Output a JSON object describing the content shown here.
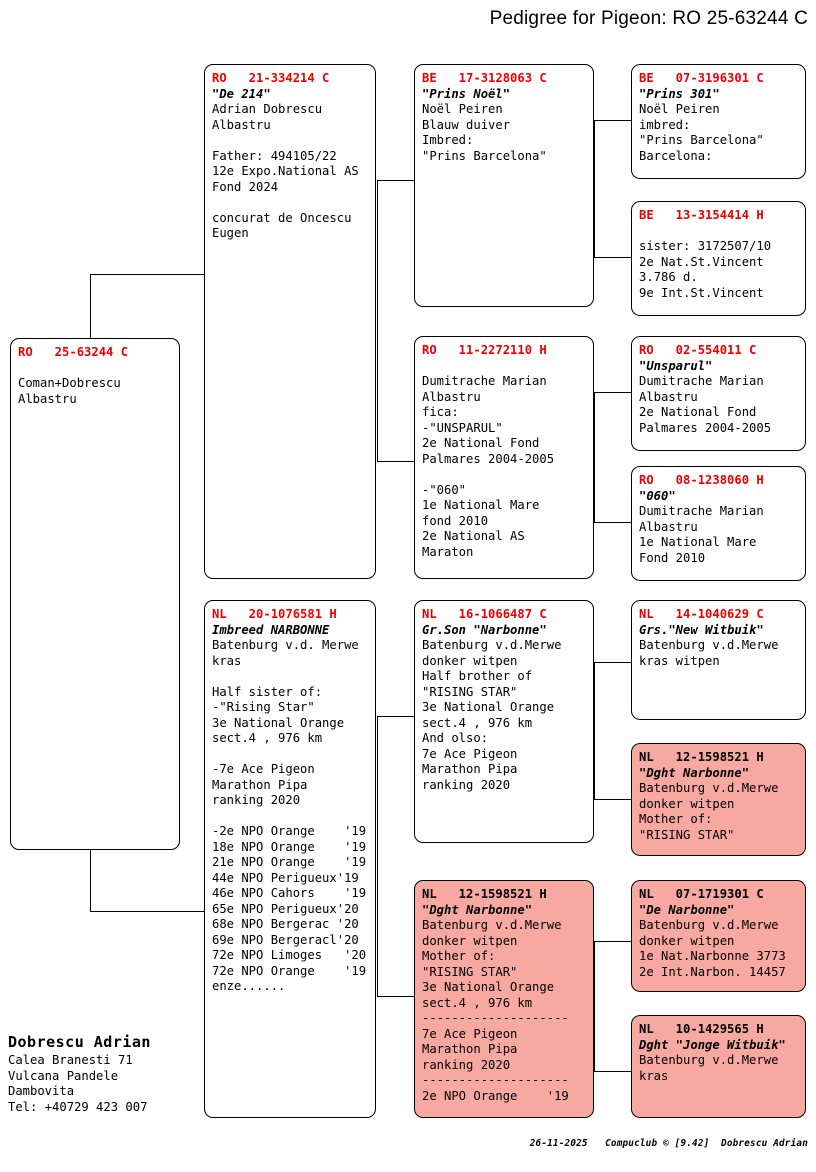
{
  "header": {
    "title": "Pedigree for Pigeon: RO  25-63244 C"
  },
  "footer": {
    "owner_name": "Dobrescu Adrian",
    "address_lines": [
      "Calea Branesti 71",
      "Vulcana Pandele",
      "Dambovita",
      "Tel: +40729 423 007"
    ],
    "credit": "26-11-2025   Compuclub © [9.42]  Dobrescu Adrian"
  },
  "colors": {
    "id_red": "#ee0000",
    "pink_fill": "#f7a8a0",
    "box_border": "#000000",
    "page_background": "#ffffff"
  },
  "boxes": {
    "subject": {
      "id": "RO   25-63244 C",
      "nick": "",
      "lines": [
        "",
        "Coman+Dobrescu",
        "Albastru"
      ],
      "pink": false
    },
    "father": {
      "id": "RO   21-334214 C",
      "nick": "\"De 214\"",
      "lines": [
        "Adrian Dobrescu",
        "Albastru",
        "",
        "Father: 494105/22",
        "12e Expo.National AS",
        "Fond 2024",
        "",
        "concurat de Oncescu",
        "Eugen"
      ],
      "pink": false
    },
    "mother": {
      "id": "NL   20-1076581 H",
      "nick": "Imbreed NARBONNE",
      "lines": [
        "Batenburg v.d. Merwe",
        "kras",
        "",
        "Half sister of:",
        "-\"Rising Star\"",
        "3e National Orange",
        "sect.4 , 976 km",
        "",
        "-7e Ace Pigeon",
        "Marathon Pipa",
        "ranking 2020",
        "",
        "-2e NPO Orange    '19",
        "18e NPO Orange    '19",
        "21e NPO Orange    '19",
        "44e NPO Perigueux'19",
        "46e NPO Cahors    '19",
        "65e NPO Perigueux'20",
        "68e NPO Bergerac '20",
        "69e NPO Bergeracl'20",
        "72e NPO Limoges   '20",
        "72e NPO Orange    '19",
        "enze......"
      ],
      "pink": false
    },
    "ff": {
      "id": "BE   17-3128063 C",
      "nick": "\"Prins Noël\"",
      "lines": [
        "Noël Peiren",
        "Blauw duiver",
        "Imbred:",
        "\"Prins Barcelona\""
      ],
      "pink": false
    },
    "fm": {
      "id": "RO   11-2272110 H",
      "nick": "",
      "lines": [
        "",
        "Dumitrache Marian",
        "Albastru",
        "fica:",
        "-\"UNSPARUL\"",
        "2e National Fond",
        "Palmares 2004-2005",
        "",
        "-\"060\"",
        "1e National Mare",
        "fond 2010",
        "2e National AS",
        "Maraton"
      ],
      "pink": false
    },
    "mf": {
      "id": "NL   16-1066487 C",
      "nick": "Gr.Son \"Narbonne\"",
      "lines": [
        "Batenburg v.d.Merwe",
        "donker witpen",
        "Half brother of",
        "\"RISING STAR\"",
        "3e National Orange",
        "sect.4 , 976 km",
        "And olso:",
        "7e Ace Pigeon",
        "Marathon Pipa",
        "ranking 2020"
      ],
      "pink": false
    },
    "mm": {
      "id": "NL   12-1598521 H",
      "nick": "\"Dght Narbonne\"",
      "lines": [
        "Batenburg v.d.Merwe",
        "donker witpen",
        "Mother of:",
        "\"RISING STAR\"",
        "3e National Orange",
        "sect.4 , 976 km",
        "--------------------",
        "7e Ace Pigeon",
        "Marathon Pipa",
        "ranking 2020",
        "--------------------",
        "2e NPO Orange    '19"
      ],
      "pink": true
    },
    "fff": {
      "id": "BE   07-3196301 C",
      "nick": "\"Prins 301\"",
      "lines": [
        "Noël Peiren",
        "imbred:",
        "\"Prins Barcelona\"",
        "Barcelona:"
      ],
      "pink": false
    },
    "ffm": {
      "id": "BE   13-3154414 H",
      "nick": "",
      "lines": [
        "",
        "sister: 3172507/10",
        "2e Nat.St.Vincent",
        "3.786 d.",
        "9e Int.St.Vincent"
      ],
      "pink": false
    },
    "fmf": {
      "id": "RO   02-554011 C",
      "nick": "\"Unsparul\"",
      "lines": [
        "Dumitrache Marian",
        "Albastru",
        "2e National Fond",
        "Palmares 2004-2005"
      ],
      "pink": false
    },
    "fmm": {
      "id": "RO   08-1238060 H",
      "nick": "\"060\"",
      "lines": [
        "Dumitrache Marian",
        "Albastru",
        "1e National Mare",
        "Fond 2010"
      ],
      "pink": false
    },
    "mff": {
      "id": "NL   14-1040629 C",
      "nick": "Grs.\"New Witbuik\"",
      "lines": [
        "Batenburg v.d.Merwe",
        "kras witpen"
      ],
      "pink": false
    },
    "mfm": {
      "id": "NL   12-1598521 H",
      "nick": "\"Dght Narbonne\"",
      "lines": [
        "Batenburg v.d.Merwe",
        "donker witpen",
        "Mother of:",
        "\"RISING STAR\""
      ],
      "pink": true
    },
    "mmf": {
      "id": "NL   07-1719301 C",
      "nick": "\"De Narbonne\"",
      "lines": [
        "Batenburg v.d.Merwe",
        "donker witpen",
        "1e Nat.Narbonne 3773",
        "2e Int.Narbon. 14457"
      ],
      "pink": true
    },
    "mmm": {
      "id": "NL   10-1429565 H",
      "nick": "Dght \"Jonge Witbuik\"",
      "lines": [
        "Batenburg v.d.Merwe",
        "kras"
      ],
      "pink": true
    }
  }
}
